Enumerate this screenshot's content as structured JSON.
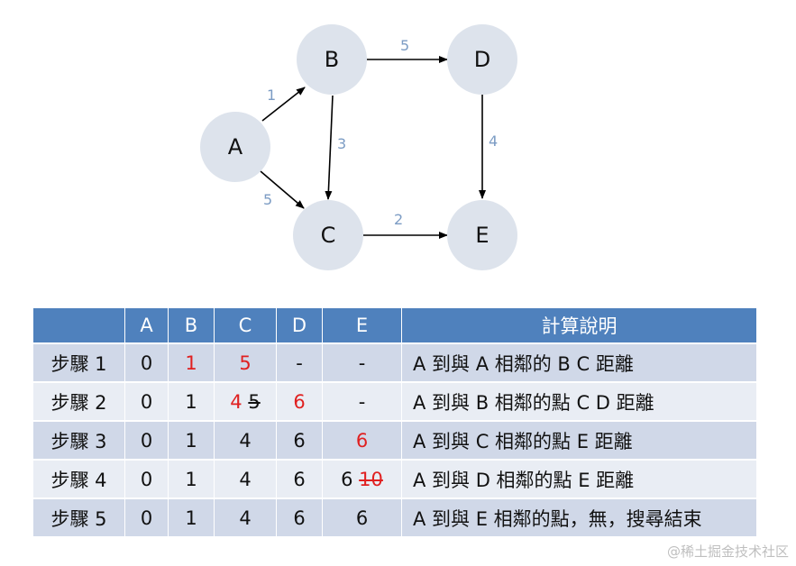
{
  "graph": {
    "nodes": [
      {
        "id": "A",
        "label": "A"
      },
      {
        "id": "B",
        "label": "B"
      },
      {
        "id": "C",
        "label": "C"
      },
      {
        "id": "D",
        "label": "D"
      },
      {
        "id": "E",
        "label": "E"
      }
    ],
    "edges": [
      {
        "from": "A",
        "to": "B",
        "weight": "1"
      },
      {
        "from": "A",
        "to": "C",
        "weight": "5"
      },
      {
        "from": "B",
        "to": "C",
        "weight": "3"
      },
      {
        "from": "B",
        "to": "D",
        "weight": "5"
      },
      {
        "from": "C",
        "to": "E",
        "weight": "2"
      },
      {
        "from": "D",
        "to": "E",
        "weight": "4"
      }
    ],
    "colors": {
      "node_fill": "#dde3ec",
      "edge": "#000000",
      "weight": "#7c9cc4"
    }
  },
  "table": {
    "headers": [
      "",
      "A",
      "B",
      "C",
      "D",
      "E",
      "計算說明"
    ],
    "rows": [
      {
        "step": "步驟 1",
        "a": "0",
        "b": "1",
        "c": "5",
        "d": "-",
        "e_old": "",
        "e": "-",
        "c_old": "",
        "desc": "A 到與 A 相鄰的 B C 距離"
      },
      {
        "step": "步驟 2",
        "a": "0",
        "b": "1",
        "c": "4",
        "c_old": "5",
        "d": "6",
        "e_old": "",
        "e": "-",
        "desc": "A 到與 B 相鄰的點 C D 距離"
      },
      {
        "step": "步驟 3",
        "a": "0",
        "b": "1",
        "c": "4",
        "c_old": "",
        "d": "6",
        "e_old": "",
        "e": "6",
        "desc": "A 到與 C 相鄰的點 E 距離"
      },
      {
        "step": "步驟 4",
        "a": "0",
        "b": "1",
        "c": "4",
        "c_old": "",
        "d": "6",
        "e": "6",
        "e_old": "10",
        "desc": "A 到與 D 相鄰的點 E 距離"
      },
      {
        "step": "步驟 5",
        "a": "0",
        "b": "1",
        "c": "4",
        "c_old": "",
        "d": "6",
        "e_old": "",
        "e": "6",
        "desc": "A 到與 E 相鄰的點，無，搜尋結束"
      }
    ],
    "colors": {
      "header": "#4f81bd",
      "row_odd": "#d0d8e8",
      "row_even": "#e9edf4",
      "highlight": "#e02020"
    }
  },
  "watermark": "@稀土掘金技术社区"
}
